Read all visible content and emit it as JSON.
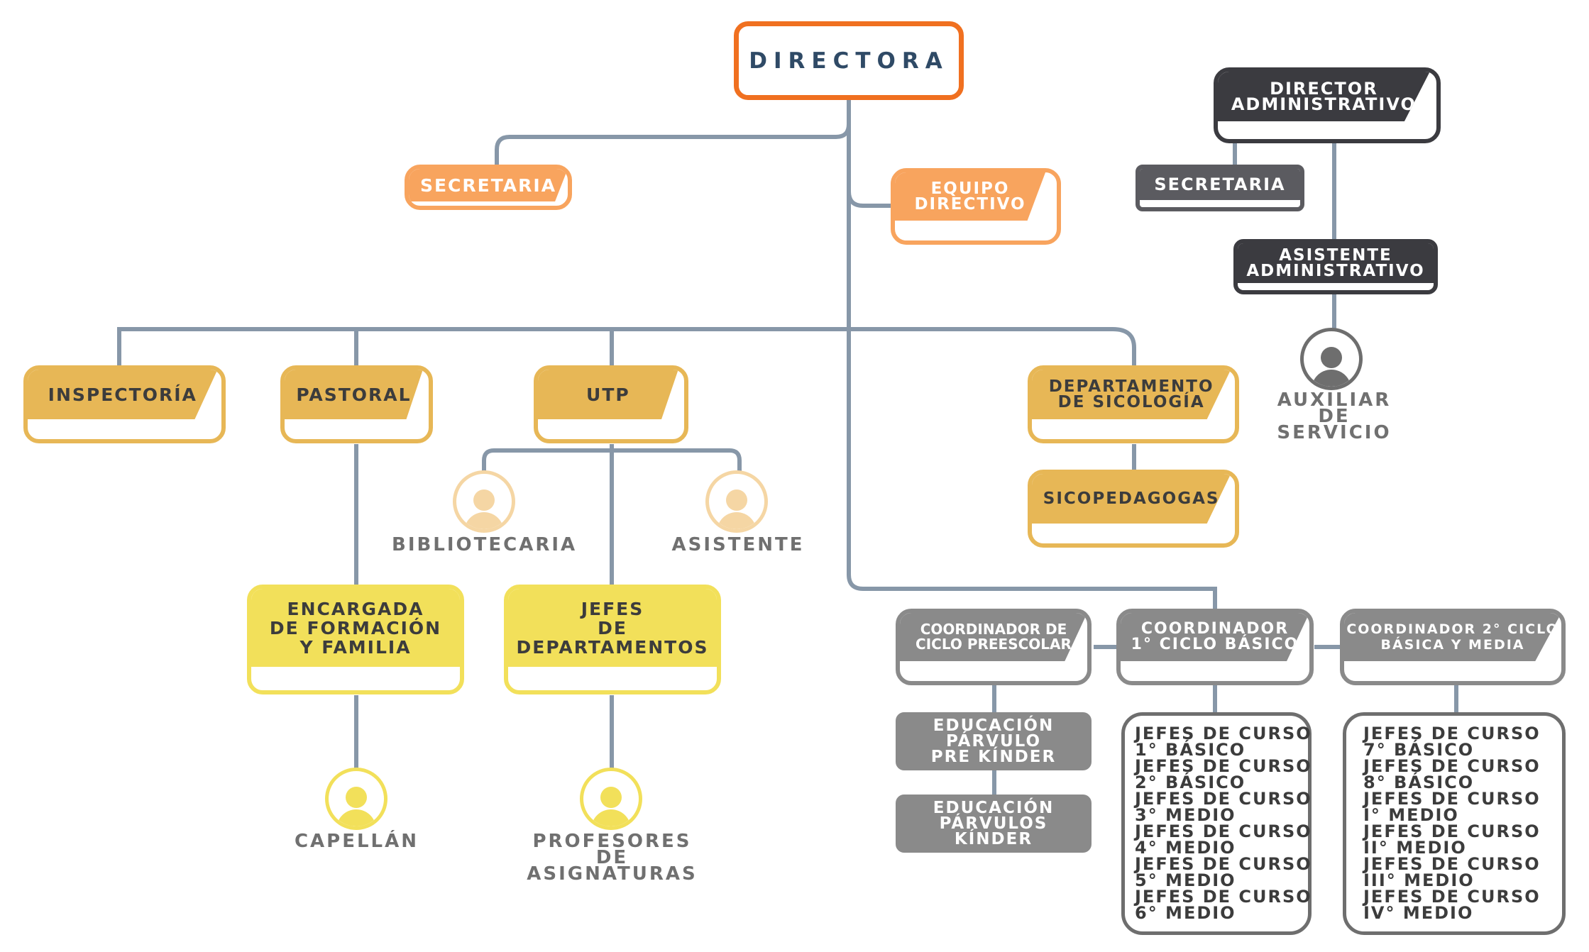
{
  "directora": "DIRECTORA",
  "secretaria": "SECRETARIA",
  "equipo_directivo": [
    "EQUIPO",
    "DIRECTIVO"
  ],
  "director_administrativo": [
    "DIRECTOR",
    "ADMINISTRATIVO"
  ],
  "secretaria_admin": "SECRETARIA",
  "asistente_administrativo": [
    "ASISTENTE",
    "ADMINISTRATIVO"
  ],
  "auxiliar_servicio": [
    "AUXILIAR",
    "DE",
    "SERVICIO"
  ],
  "inspectoria": "INSPECTORÍA",
  "pastoral": "PASTORAL",
  "utp": "UTP",
  "departamento_sicologia": [
    "DEPARTAMENTO",
    "DE SICOLOGÍA"
  ],
  "sicopedagogas": "SICOPEDAGOGAS",
  "bibliotecaria": "BIBLIOTECARIA",
  "asistente": "ASISTENTE",
  "encargada": [
    "ENCARGADA",
    "DE FORMACIÓN",
    "Y FAMILIA"
  ],
  "jefes_departamentos": [
    "JEFES",
    "DE",
    "DEPARTAMENTOS"
  ],
  "capellan": "CAPELLÁN",
  "profesores": [
    "PROFESORES",
    "DE",
    "ASIGNATURAS"
  ],
  "coord_preescolar": [
    "COORDINADOR DE",
    "CICLO PREESCOLAR"
  ],
  "coord_basico": [
    "COORDINADOR",
    "1° CICLO BÁSICO"
  ],
  "coord_segundo": [
    "COORDINADOR 2° CICLO",
    "BÁSICA Y MEDIA"
  ],
  "parvulo_pre_kinder": [
    "EDUCACIÓN",
    "PÁRVULO",
    "PRE KÍNDER"
  ],
  "parvulos_kinder": [
    "EDUCACIÓN",
    "PÁRVULOS",
    "KÍNDER"
  ],
  "jefes_basico": [
    "JEFES DE CURSO",
    "1° BÁSICO",
    "JEFES DE CURSO",
    "2° BÁSICO",
    "JEFES DE CURSO",
    "3° MEDIO",
    "JEFES DE CURSO",
    "4° MEDIO",
    "JEFES DE CURSO",
    "5° MEDIO",
    "JEFES DE CURSO",
    "6° MEDIO"
  ],
  "jefes_media": [
    "JEFES DE CURSO",
    "7° BÁSICO",
    "JEFES DE CURSO",
    "8° BÁSICO",
    "JEFES DE CURSO",
    "I° MEDIO",
    "JEFES DE CURSO",
    "II° MEDIO",
    "JEFES DE CURSO",
    "III° MEDIO",
    "JEFES DE CURSO",
    "IV° MEDIO"
  ],
  "colors": {
    "connector": "#8797a8",
    "orange_accent": "#f07020",
    "orange": "#f8a45e",
    "gold": "#e7b756",
    "yellow": "#f2e05a",
    "dark": "#3b3b40",
    "gray": "#8a8a8a"
  }
}
